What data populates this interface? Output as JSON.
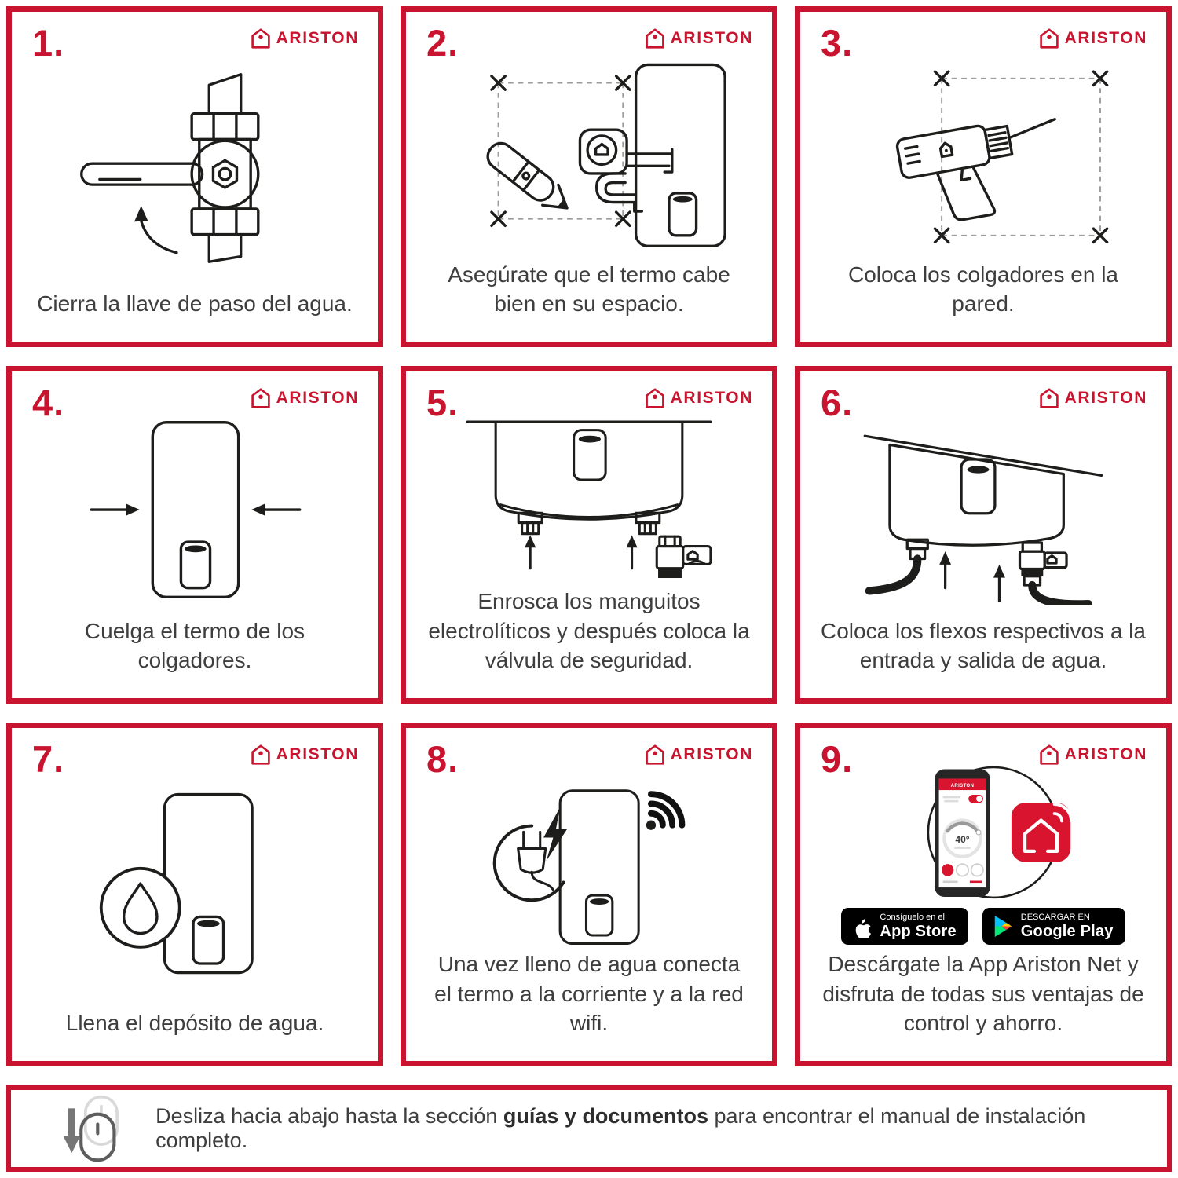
{
  "colors": {
    "red_primary": "#c8142e",
    "app_red": "#d8142f",
    "text_dark": "#3e3e3e",
    "line_art": "#1d1d1b"
  },
  "brand": {
    "logo_text": "ARISTON"
  },
  "panels": [
    {
      "number": "1.",
      "caption": "Cierra la llave de paso del agua."
    },
    {
      "number": "2.",
      "caption": "Asegúrate que el termo cabe bien en su espacio."
    },
    {
      "number": "3.",
      "caption": "Coloca los colgadores en la pared."
    },
    {
      "number": "4.",
      "caption": "Cuelga el termo de los colgadores."
    },
    {
      "number": "5.",
      "caption": "Enrosca los manguitos electrolíticos y después coloca la válvula de seguridad."
    },
    {
      "number": "6.",
      "caption": "Coloca los flexos respectivos a la entrada y salida de agua."
    },
    {
      "number": "7.",
      "caption": "Llena el depósito de agua."
    },
    {
      "number": "8.",
      "caption": "Una vez lleno de agua conecta el termo a la corriente y a la red wifi."
    },
    {
      "number": "9.",
      "caption": "Descárgate la App Ariston Net y disfruta de todas sus ventajas de control y ahorro."
    }
  ],
  "panel9": {
    "phone_header": "ARISTON",
    "phone_temperature": "40°",
    "app_store_badge": {
      "line1": "Consíguelo en el",
      "line2": "App Store"
    },
    "google_play_badge": {
      "line1": "DESCARGAR EN",
      "line2": "Google Play"
    }
  },
  "footer": {
    "text_prefix": "Desliza hacia abajo hasta la sección ",
    "text_bold": "guías y documentos",
    "text_suffix": " para encontrar el manual de instalación completo."
  }
}
